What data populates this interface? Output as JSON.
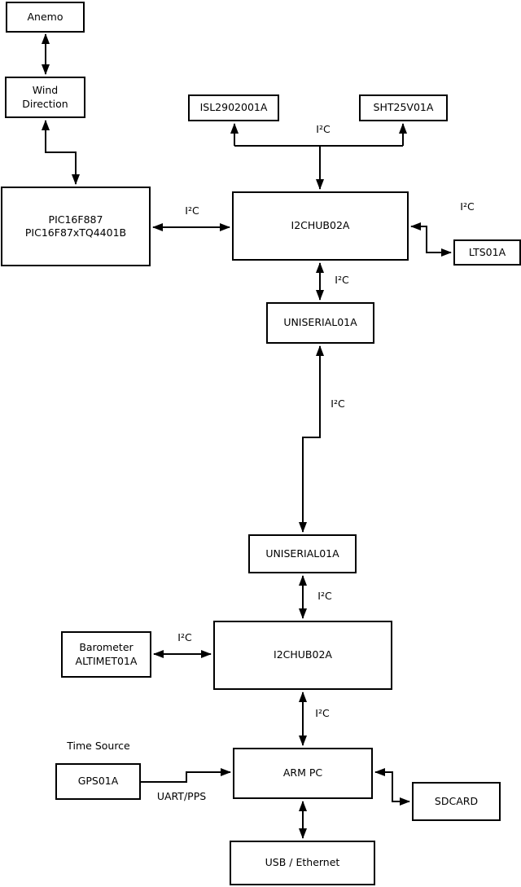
{
  "diagram": {
    "nodes": {
      "anemo": {
        "label": "Anemo"
      },
      "wind_direction": {
        "label": "Wind\nDirection"
      },
      "pic": {
        "label": "PIC16F887\nPIC16F87xTQ4401B"
      },
      "isl": {
        "label": "ISL2902001A"
      },
      "sht": {
        "label": "SHT25V01A"
      },
      "i2chub_top": {
        "label": "I2CHUB02A"
      },
      "lts": {
        "label": "LTS01A"
      },
      "uniserial_top": {
        "label": "UNISERIAL01A"
      },
      "uniserial_bottom": {
        "label": "UNISERIAL01A"
      },
      "barometer": {
        "label": "Barometer\nALTIMET01A"
      },
      "i2chub_bottom": {
        "label": "I2CHUB02A"
      },
      "gps": {
        "label": "GPS01A"
      },
      "arm_pc": {
        "label": "ARM PC"
      },
      "sdcard": {
        "label": "SDCARD"
      },
      "usb_ethernet": {
        "label": "USB / Ethernet"
      }
    },
    "edge_labels": {
      "i2c_sensor_bus": "I²C",
      "i2c_pic_hub": "I²C",
      "i2c_hub_lts": "I²C",
      "i2c_hub_uniserial": "I²C",
      "i2c_uniserial_link": "I²C",
      "i2c_uniserial_hub": "I²C",
      "i2c_barometer_hub": "I²C",
      "i2c_hub_armpc": "I²C",
      "time_source": "Time Source",
      "uart_pps": "UART/PPS"
    },
    "colors": {
      "line": "#000000",
      "box_border": "#000000",
      "box_fill": "#ffffff",
      "background": "#ffffff",
      "text": "#000000"
    }
  }
}
